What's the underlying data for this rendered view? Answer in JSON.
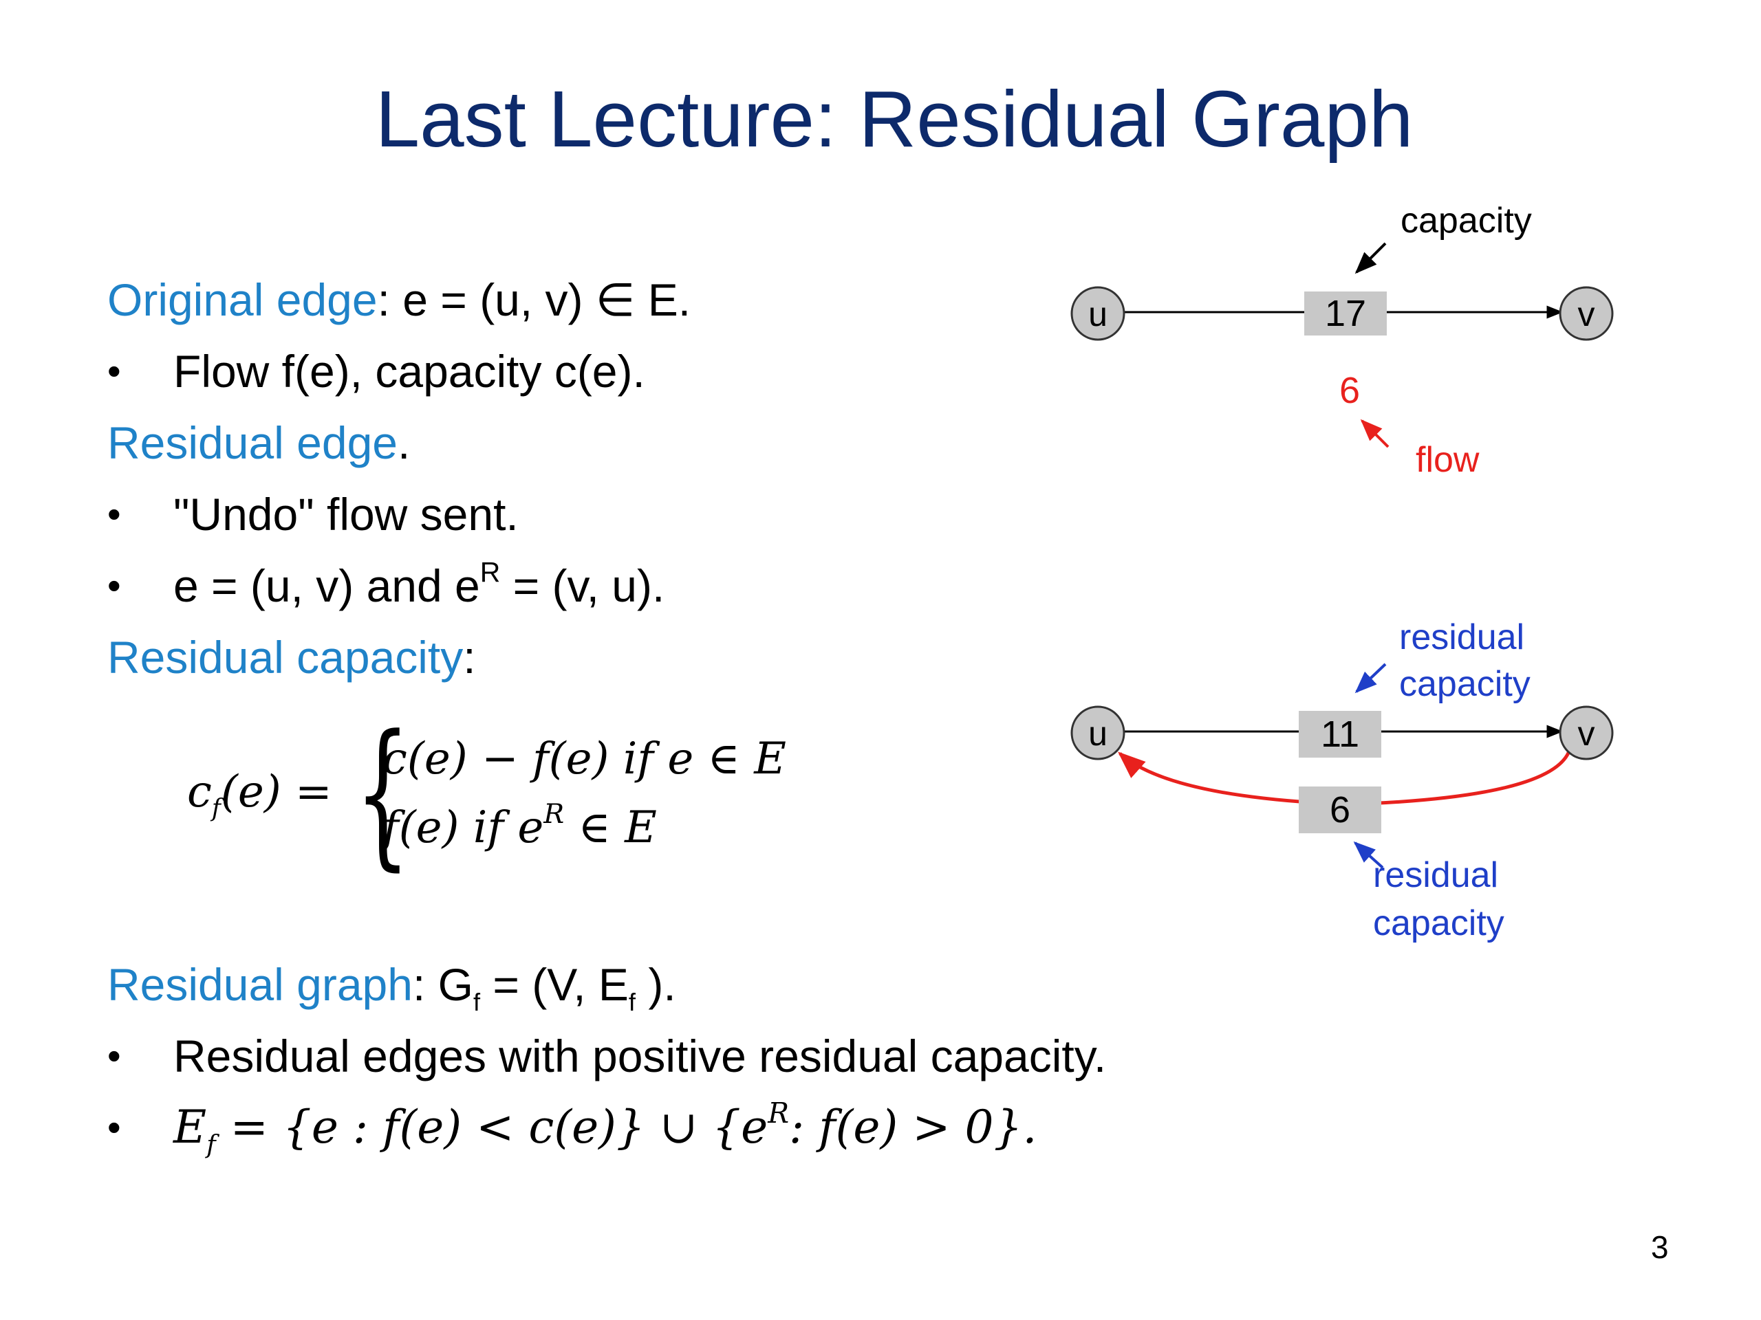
{
  "title": "Last Lecture: Residual Graph",
  "text": {
    "original_edge_label": "Original edge",
    "original_edge_rest": ":  e = (u, v)  ∈ E.",
    "bullet_flow_capacity": "Flow f(e), capacity c(e).",
    "residual_edge_label": "Residual edge",
    "residual_edge_rest": ".",
    "bullet_undo": "\"Undo\" flow sent.",
    "bullet_reverse_a": "e = (u, v) and e",
    "bullet_reverse_sup": "R",
    "bullet_reverse_b": " = (v, u).",
    "residual_capacity_label": "Residual capacity",
    "residual_capacity_rest": ":",
    "residual_graph_label": "Residual graph",
    "residual_graph_a": ":  G",
    "residual_graph_sub1": "f",
    "residual_graph_b": " = (V, E",
    "residual_graph_sub2": "f",
    "residual_graph_c": " ).",
    "bullet_positive": "Residual edges with positive residual capacity.",
    "bullet_char": "•"
  },
  "formula": {
    "lhs_c": "c",
    "lhs_sub": "f",
    "lhs_rest": "(e) =",
    "case1": "c(e) − f(e)  if e ∈ E",
    "case2_a": "f(e)          if e",
    "case2_sup": "R",
    "case2_b": " ∈ E"
  },
  "ef_formula": {
    "a": "E",
    "sub": "f",
    "b": "  =  {e : f(e) <  c(e)} ∪ {e",
    "sup": "R",
    "c": ":  f(e)  >  0}."
  },
  "diagram_top": {
    "node_u": "u",
    "node_v": "v",
    "capacity_value": "17",
    "flow_value": "6",
    "capacity_label": "capacity",
    "flow_label": "flow"
  },
  "diagram_bottom": {
    "node_u": "u",
    "node_v": "v",
    "forward_residual": "11",
    "backward_residual": "6",
    "top_label_line1": "residual",
    "top_label_line2": "capacity",
    "bottom_label_line1": "residual",
    "bottom_label_line2": "capacity"
  },
  "page_number": "3",
  "colors": {
    "title": "#0d2a6b",
    "highlight": "#1f82c8",
    "flow_red": "#e8211d",
    "annotation_blue": "#1f3fc8",
    "node_fill": "#c8c8c8",
    "box_fill": "#c8c8c8"
  }
}
